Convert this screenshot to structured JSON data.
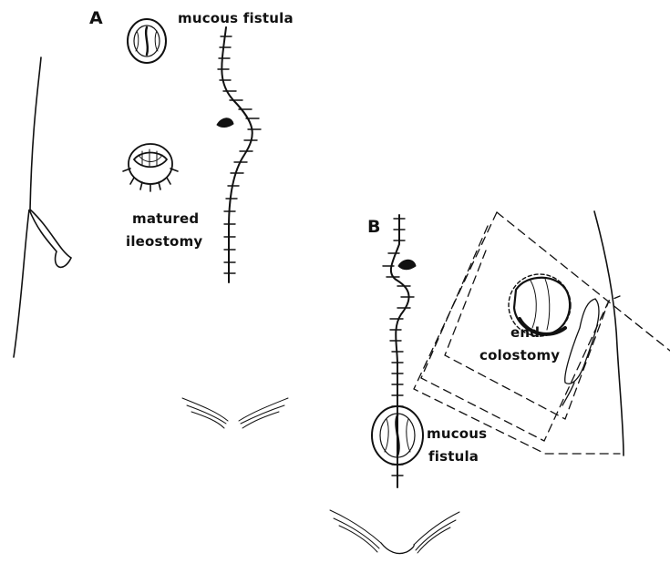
{
  "panels": {
    "a": {
      "letter": "A",
      "labels": {
        "mucous_fistula": "mucous fistula",
        "matured_line1": "matured",
        "matured_line2": "ileostomy"
      }
    },
    "b": {
      "letter": "B",
      "labels": {
        "end_line1": "end",
        "end_line2": "colostomy",
        "mucous_line1": "mucous",
        "mucous_line2": "fistula"
      }
    }
  },
  "colors": {
    "ink": "#111111",
    "background": "#ffffff"
  }
}
